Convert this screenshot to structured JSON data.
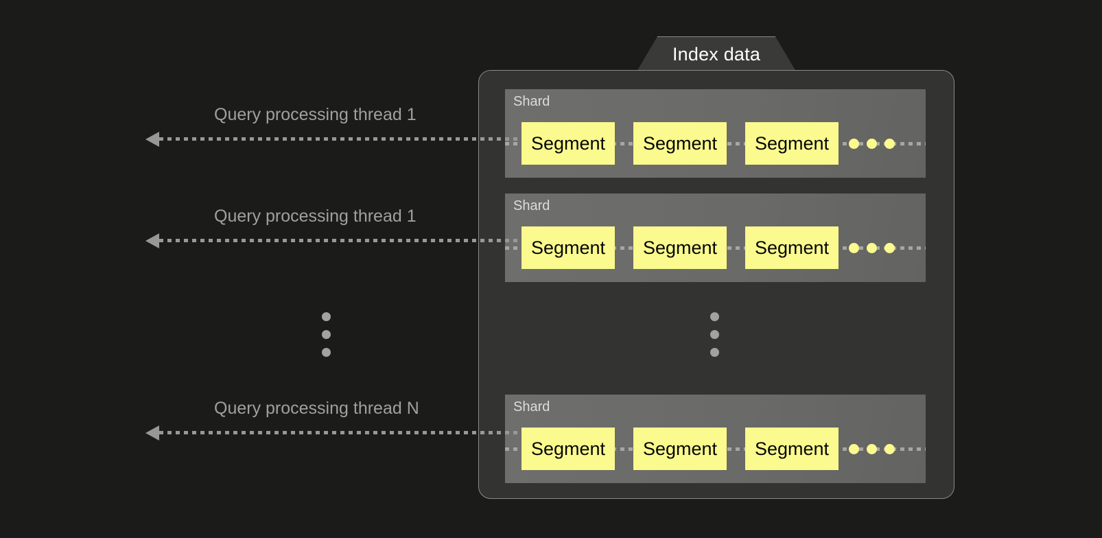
{
  "diagram": {
    "title": "Index data",
    "background_color": "#1b1b1a",
    "container": {
      "label": "Index data",
      "fill_color": "#333331",
      "border_color": "#8a8a88"
    },
    "shards": [
      {
        "label": "Shard",
        "fill_color": "#6a6a68",
        "segments": [
          {
            "label": "Segment"
          },
          {
            "label": "Segment"
          },
          {
            "label": "Segment"
          }
        ],
        "continuation_dots": 3,
        "dot_color": "#fafa8e"
      },
      {
        "label": "Shard",
        "fill_color": "#6a6a68",
        "segments": [
          {
            "label": "Segment"
          },
          {
            "label": "Segment"
          },
          {
            "label": "Segment"
          }
        ],
        "continuation_dots": 3,
        "dot_color": "#fafa8e"
      },
      {
        "label": "Shard",
        "fill_color": "#6a6a68",
        "segments": [
          {
            "label": "Segment"
          },
          {
            "label": "Segment"
          },
          {
            "label": "Segment"
          }
        ],
        "continuation_dots": 3,
        "dot_color": "#fafa8e"
      }
    ],
    "threads": [
      {
        "label": "Query processing thread 1",
        "arrow_direction": "left",
        "line_style": "dotted"
      },
      {
        "label": "Query processing thread 1",
        "arrow_direction": "left",
        "line_style": "dotted"
      },
      {
        "label": "Query processing thread N",
        "arrow_direction": "left",
        "line_style": "dotted"
      }
    ],
    "ellipses": [
      {
        "position": "left-column",
        "dots": 3,
        "color": "#a2a2a0"
      },
      {
        "position": "inside-container",
        "dots": 3,
        "color": "#a2a2a0"
      }
    ],
    "colors": {
      "segment_fill": "#fafa8e",
      "segment_text": "#060606",
      "shard_label": "#dcdcdc",
      "thread_label": "#a0a09e",
      "arrow": "#989896",
      "title_text": "#ffffff"
    }
  }
}
